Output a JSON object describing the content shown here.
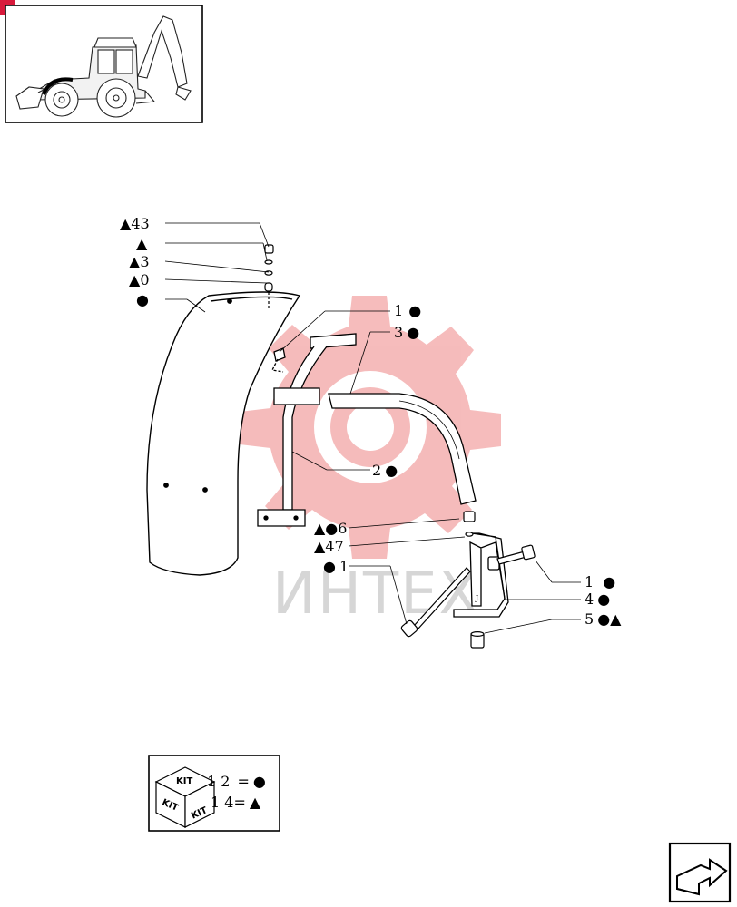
{
  "watermark": {
    "text": "ИНТЕХ",
    "gear_color": "#f4b0b0",
    "text_color": "#d6d6d6"
  },
  "callouts": [
    {
      "id": "c1",
      "num": "43",
      "prefix": "▲"
    },
    {
      "id": "c2",
      "num": "",
      "prefix": "▲"
    },
    {
      "id": "c3",
      "num": "3",
      "prefix": "▲"
    },
    {
      "id": "c4",
      "num": "0",
      "prefix": "▲"
    },
    {
      "id": "c5",
      "num": "",
      "prefix": "●"
    },
    {
      "id": "c6",
      "num": "1",
      "suffix": "●"
    },
    {
      "id": "c7",
      "num": "3",
      "suffix": "●"
    },
    {
      "id": "c8",
      "num": "2",
      "suffix": "●"
    },
    {
      "id": "c9",
      "num": "6",
      "prefix": "▲●"
    },
    {
      "id": "c10",
      "num": "47",
      "prefix": "▲"
    },
    {
      "id": "c11",
      "num": "1",
      "prefix": "●"
    },
    {
      "id": "c12",
      "num": "1",
      "suffix": "●"
    },
    {
      "id": "c13",
      "num": "4",
      "suffix": "●"
    },
    {
      "id": "c14",
      "num": "5",
      "suffix": "●▲"
    }
  ],
  "kit_legend": {
    "cube_label": "KIT",
    "rows": [
      {
        "code": "1 2",
        "symbol": "●"
      },
      {
        "code": "1 4",
        "symbol": "▲"
      }
    ]
  },
  "colors": {
    "accent_red": "#d81b3c",
    "line": "#000000"
  }
}
